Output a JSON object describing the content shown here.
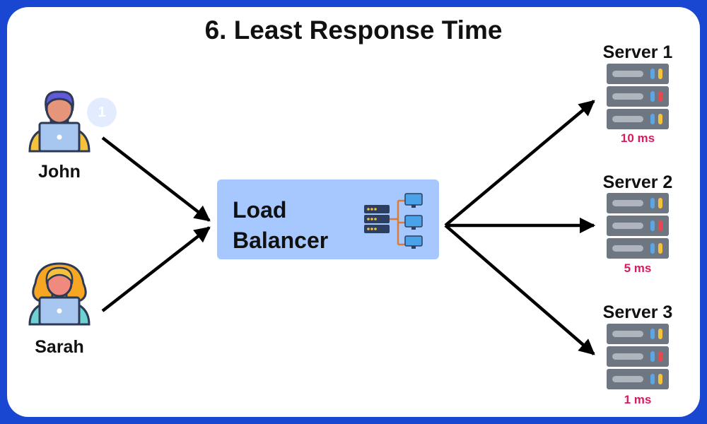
{
  "title": "6. Least Response Time",
  "users": [
    {
      "name": "John",
      "badge": "1"
    },
    {
      "name": "Sarah"
    }
  ],
  "load_balancer": {
    "line1": "Load",
    "line2": "Balancer"
  },
  "servers": [
    {
      "name": "Server 1",
      "response_time": "10 ms"
    },
    {
      "name": "Server 2",
      "response_time": "5 ms"
    },
    {
      "name": "Server 3",
      "response_time": "1 ms"
    }
  ],
  "colors": {
    "frame": "#1947d1",
    "lb_fill": "#a6c8ff",
    "response_time": "#d81b60",
    "server_body": "#6e7681",
    "led_yellow": "#f5c33b",
    "led_blue": "#5aa7e8",
    "led_red": "#e8484f"
  }
}
